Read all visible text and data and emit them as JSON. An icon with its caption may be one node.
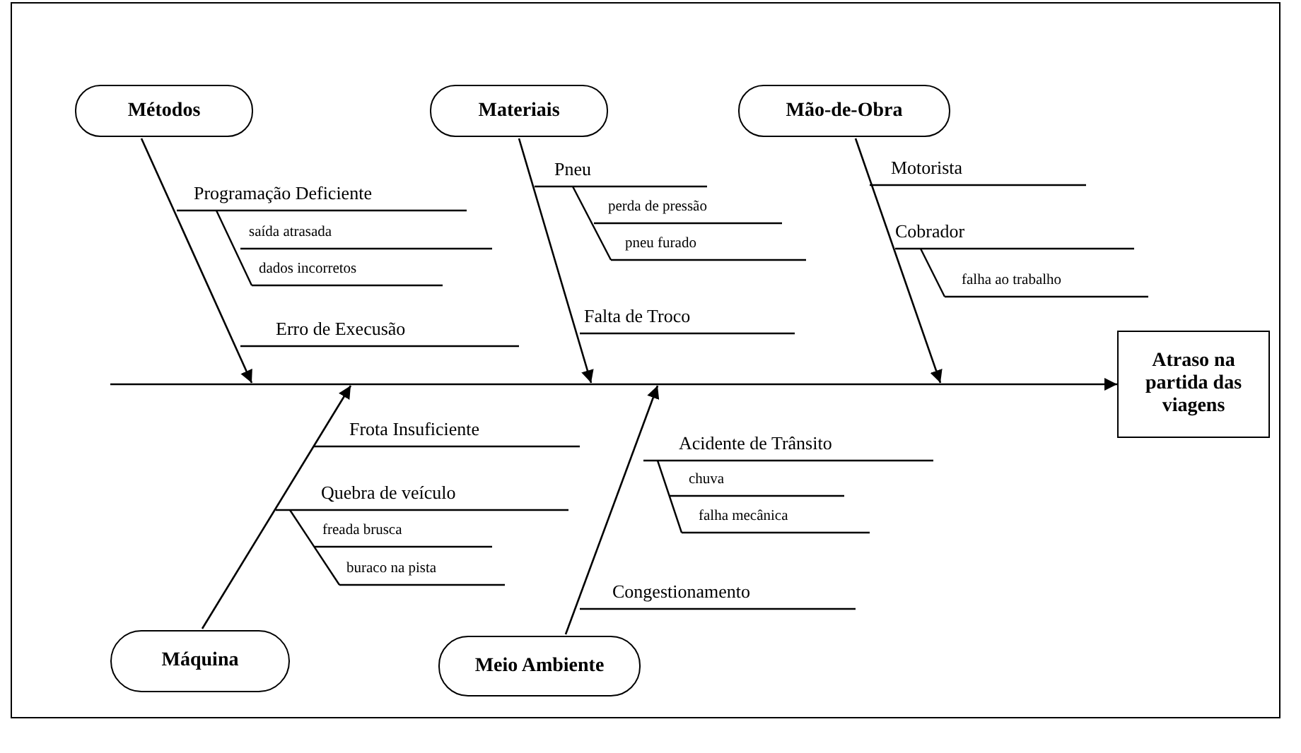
{
  "diagram": {
    "nodes": [
      {
        "text": [
          "Métodos"
        ]
      },
      {
        "text": [
          "Materiais"
        ]
      },
      {
        "text": [
          "Mão-de-Obra"
        ]
      },
      {
        "text": [
          "Máquina"
        ]
      },
      {
        "text": [
          "Meio Ambiente"
        ]
      },
      {
        "text": [
          "Atraso na partida das viagens"
        ]
      }
    ],
    "edges": [
      {
        "from": 0,
        "to": null,
        "arrow": "to"
      },
      {
        "from": 1,
        "to": null,
        "arrow": "to"
      },
      {
        "from": 2,
        "to": null,
        "arrow": "to"
      },
      {
        "from": 3,
        "to": null,
        "arrow": "to"
      },
      {
        "from": 4,
        "to": null,
        "arrow": "to"
      },
      {
        "from": null,
        "to": 5,
        "arrow": "to"
      }
    ],
    "labels": [
      "Programação Deficiente",
      "saída atrasada",
      "dados incorretos",
      "Erro de Execusão",
      "Pneu",
      "perda de pressão",
      "pneu furado",
      "Falta de Troco",
      "Motorista",
      "Cobrador",
      "falha ao trabalho",
      "Frota Insuficiente",
      "Quebra de veículo",
      "freada brusca",
      "buraco na pista",
      "Acidente de Trânsito",
      "chuva",
      "falha mecânica",
      "Congestionamento"
    ]
  }
}
